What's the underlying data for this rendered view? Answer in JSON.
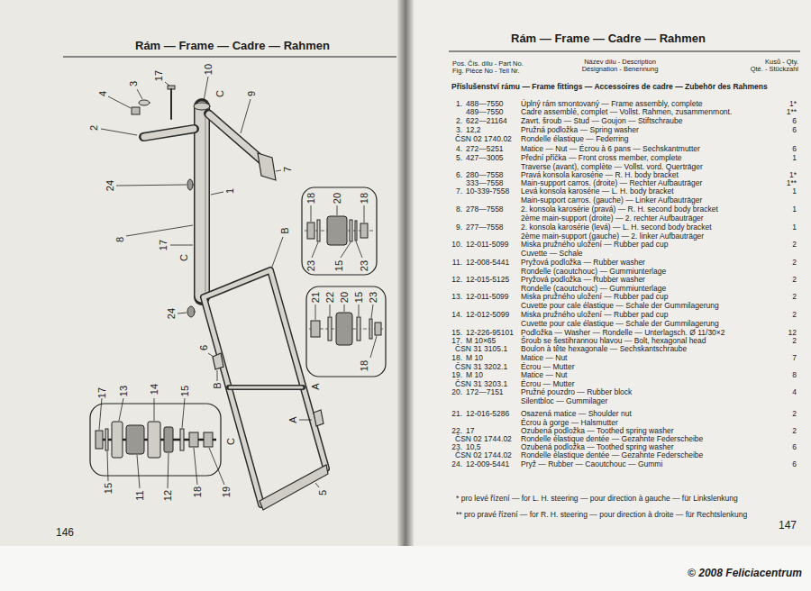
{
  "diagram": {
    "title": "Rám — Frame — Cadre — Rahmen",
    "labels": [
      "17",
      "10",
      "3",
      "C",
      "4",
      "9",
      "2",
      "24",
      "7",
      "8",
      "17",
      "C",
      "B",
      "18",
      "20",
      "18",
      "23",
      "15",
      "23",
      "1",
      "21",
      "22",
      "20",
      "15",
      "23",
      "24",
      "18",
      "A",
      "6",
      "B",
      "17",
      "13",
      "14",
      "15",
      "A",
      "C",
      "15",
      "11",
      "12",
      "18",
      "19",
      "5",
      "146",
      "Rám — Frame — Cadre — Rahmen",
      "Pos. Čís. dílu - Part No.",
      "Fig. Pièce No - Teil Nr.",
      "Název dílu - Description",
      "Désignation - Benennung",
      "Kusů - Qty.",
      "Qté. - Stückzahl",
      "Příslušenství rámu — Frame fittings — Accessoires de cadre — Zubehör des Rahmens",
      "1.",
      "488—7550",
      "Úplný rám smontovaný — Frame assembly, complete",
      "1*",
      "489—7550",
      "Cadre assemblé, complet — Vollst. Rahmen, zusammenmont.",
      "1**",
      "2.",
      "622—21164",
      "Zavrt. šroub — Stud — Goujon — Stiftschraube",
      "6",
      "3.",
      "12,2",
      "Pružná podložka — Spring washer",
      "6",
      "ČSN 02 1740.02",
      "Rondelle élastique — Federring",
      "4.",
      "272—5251",
      "Matice — Nut — Écrou à 6 pans — Sechskantmutter",
      "6",
      "5.",
      "427—3005",
      "Přední příčka — Front cross member, complete",
      "1",
      "Traverse (avant), complète — Vollst. vord. Querträger",
      "6.",
      "280—7558",
      "Pravá konsola karosérie — R. H. body bracket",
      "1*",
      "333—7558",
      "Main-support carros. (droite) — Rechter Aufbauträger",
      "1**",
      "7.",
      "10-339-7558",
      "Levá konsola karosérie — L. H. body bracket",
      "1",
      "Main-support carros. (gauche) — Linker Aufbauträger",
      "8.",
      "278—7558",
      "2. konsola karosérie (pravá) — R. H. second body bracket",
      "1",
      "2ème main-support (droite) — 2. rechter Aufbauträger",
      "9.",
      "277—7558",
      "2. konsola karosérie (levá) — L. H. second body bracket",
      "1",
      "2ème main-support (gauche) — 2. linker Aufbauträger",
      "10.",
      "12-011-5099",
      "Miska pružného uložení — Rubber pad cup",
      "2",
      "Cuvette — Schale",
      "11.",
      "12-008-5441",
      "Pryžová podložka — Rubber washer",
      "2",
      "Rondelle (caoutchouc) — Gummiunterlage",
      "12.",
      "12-015-5125",
      "Pryžová podložka — Rubber washer",
      "2",
      "Rondelle (caoutchouc) — Gummiunterlage",
      "13.",
      "12-011-5099",
      "Miska pružného uložení — Rubber pad cup",
      "2",
      "Cuvette pour cale élastique — Schale der Gummilagerung",
      "14.",
      "12-012-5099",
      "Miska pružného uložení — Rubber pad cup",
      "2",
      "Cuvette pour cale élastique — Schale der Gummilagerung",
      "15.",
      "12-226-95101",
      "Podložka — Washer — Rondelle — Unterlagsch. Ø 11/30×2",
      "12",
      "17.",
      "M 10×65",
      "Šroub se šestihrannou hlavou — Bolt, hexagonal head",
      "2",
      "ČSN 31 3105.1",
      "Boulon à tête hexagonale — Sechskantschraube",
      "18.",
      "M 10",
      "Matice — Nut",
      "7",
      "ČSN 31 3202.1",
      "Écrou — Mutter",
      "19.",
      "M 10",
      "Matice — Nut",
      "8",
      "ČSN 31 3203.1",
      "Écrou — Mutter",
      "20.",
      "172—7151",
      "Pružné pouzdro — Rubber block",
      "4",
      "Silentbloc — Gummilager",
      "21.",
      "12-016-5286",
      "Osazená matice — Shoulder nut",
      "2",
      "Écrou à gorge — Halsmutter",
      "22.",
      "17",
      "Ozubená podložka — Toothed spring washer",
      "2",
      "ČSN 02 1744.02",
      "Rondelle élastique dentée — Gezahnte Federscheibe",
      "23.",
      "10,5",
      "Ozubená podložka — Toothed spring washer",
      "6",
      "ČSN 02 1744.02",
      "Rondelle élastique dentée — Gezahnte Federscheibe",
      "24.",
      "12-009-5441",
      "Pryž — Rubber — Caoutchouc — Gummi",
      "6",
      "* pro levé řízení — for L. H. steering — pour direction à gauche — für Linkslenkung",
      "** pro pravé řízení — for R. H. steering — pour direction à droite — für Rechtslenkung",
      "147",
      "© 2008 Feliciacentrum"
    ]
  }
}
